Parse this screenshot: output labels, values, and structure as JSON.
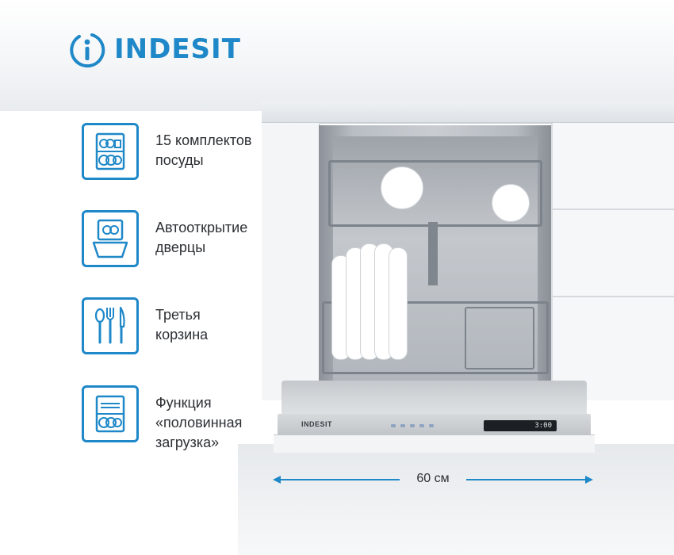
{
  "brand": {
    "name": "INDESIT",
    "color": "#1e88c8"
  },
  "features": [
    {
      "icon": "dish-rack-icon",
      "label": "15 комплектов\nпосуды"
    },
    {
      "icon": "auto-open-door-icon",
      "label": "Автооткрытие\nдверцы"
    },
    {
      "icon": "cutlery-icon",
      "label": "Третья\nкорзина"
    },
    {
      "icon": "half-load-icon",
      "label": "Функция\n«половинная\nзагрузка»"
    }
  ],
  "dimension": {
    "label": "60 см"
  },
  "appliance": {
    "brand_label": "INDESIT",
    "display_text": "3:00"
  }
}
